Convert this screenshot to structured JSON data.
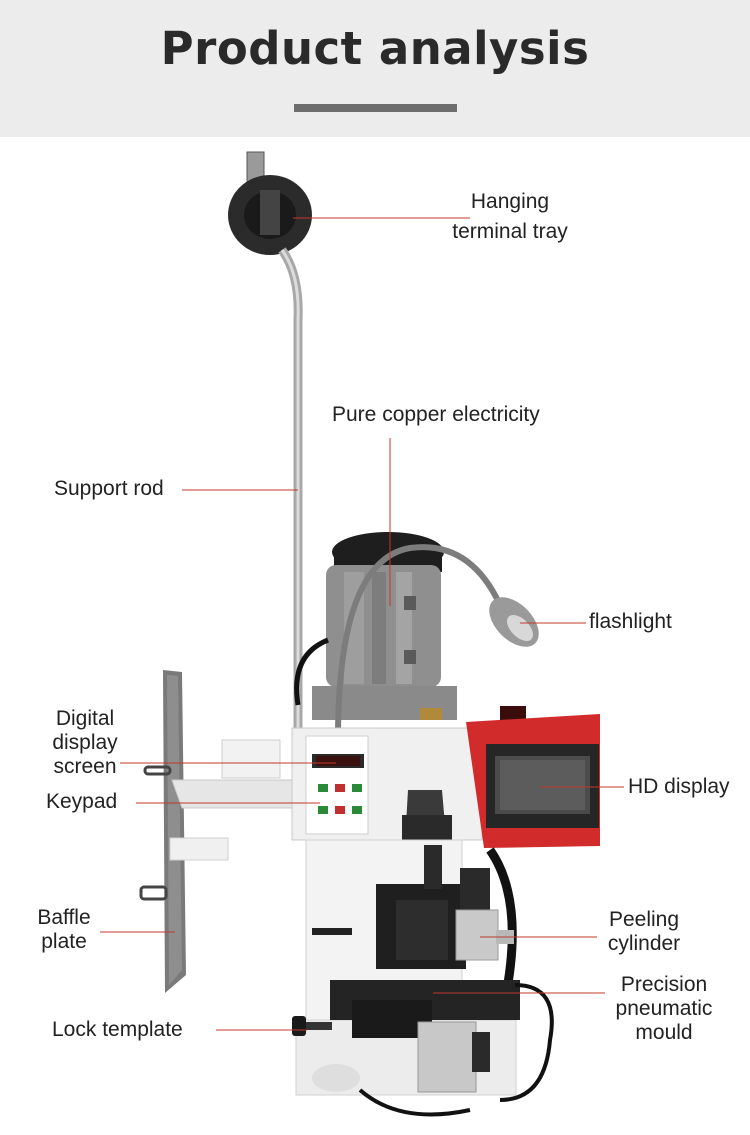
{
  "header": {
    "title": "Product analysis"
  },
  "labels": {
    "hanging_terminal_tray": [
      "Hanging",
      "terminal tray"
    ],
    "pure_copper_electricity": "Pure copper electricity",
    "support_rod": "Support rod",
    "flashlight": "flashlight",
    "digital_display_screen": [
      "Digital",
      "display",
      "screen"
    ],
    "keypad": "Keypad",
    "hd_display": "HD display",
    "baffle_plate": [
      "Baffle",
      "plate"
    ],
    "peeling_cylinder": [
      "Peeling",
      "cylinder"
    ],
    "precision_pneumatic_mould": [
      "Precision",
      "pneumatic",
      "mould"
    ],
    "lock_template": "Lock template"
  },
  "colors": {
    "leader_line": "#c0392b",
    "control_box": "#d22b2b",
    "header_bg": "#ececec"
  }
}
